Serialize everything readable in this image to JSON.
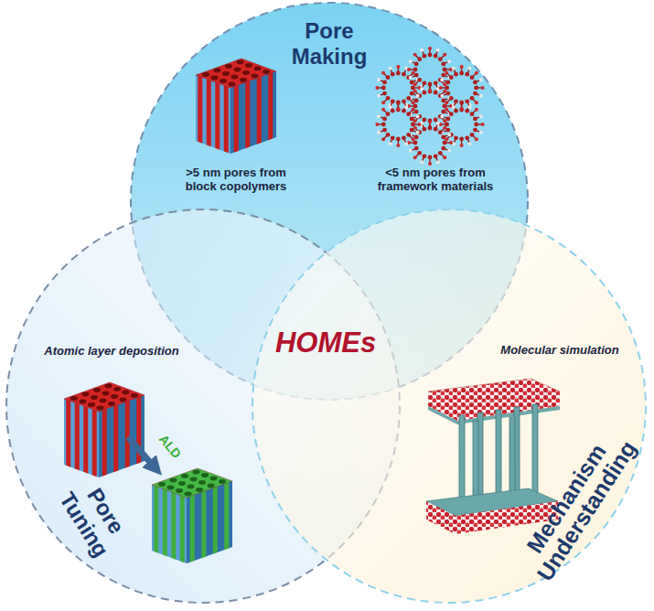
{
  "diagram": {
    "nodes": [
      {
        "text": [
          "Pore Making",
          ">5 nm pores from block copolymers",
          "<5 nm pores from framework materials"
        ]
      },
      {
        "text": [
          "Pore Tuning",
          "Atomic layer deposition"
        ]
      },
      {
        "text": [
          "Mechanism Understanding",
          "Molecular simulation"
        ]
      }
    ],
    "labels": [
      "HOMEs",
      "ALD"
    ]
  }
}
